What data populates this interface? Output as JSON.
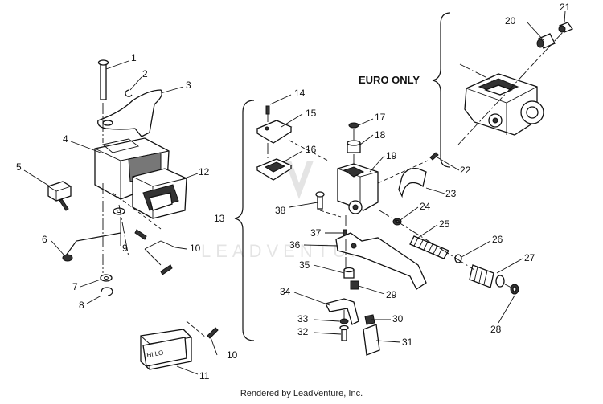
{
  "callouts": {
    "c1": "1",
    "c2": "2",
    "c3": "3",
    "c4": "4",
    "c5": "5",
    "c6": "6",
    "c7": "7",
    "c8": "8",
    "c9": "9",
    "c10a": "10",
    "c10b": "10",
    "c11": "11",
    "c12": "12",
    "c13": "13",
    "c14": "14",
    "c15": "15",
    "c16": "16",
    "c17": "17",
    "c18": "18",
    "c19": "19",
    "c20": "20",
    "c21": "21",
    "c22": "22",
    "c23": "23",
    "c24": "24",
    "c25": "25",
    "c26": "26",
    "c27": "27",
    "c28": "28",
    "c29": "29",
    "c30": "30",
    "c31": "31",
    "c32": "32",
    "c33": "33",
    "c34": "34",
    "c35": "35",
    "c36": "36",
    "c37": "37",
    "c38": "38"
  },
  "euro_label": "EURO ONLY",
  "switch_label": "HI/LO",
  "watermark": "LEADVENTURE",
  "footer": "Rendered by LeadVenture, Inc."
}
